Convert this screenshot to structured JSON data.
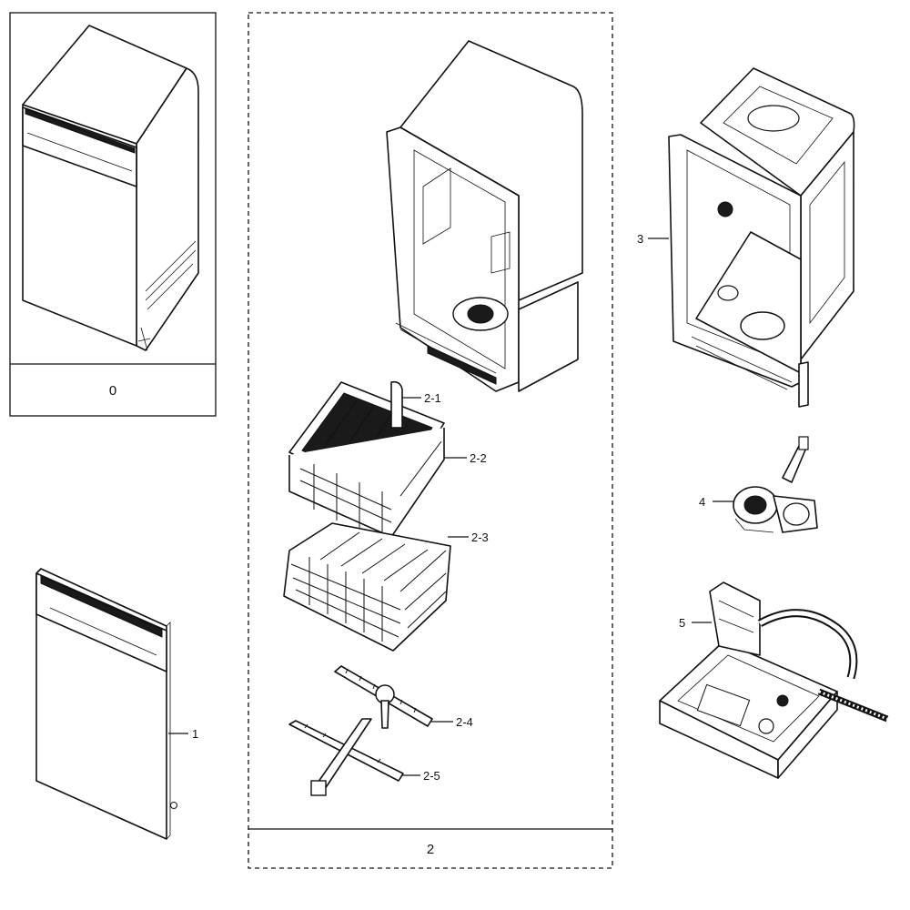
{
  "boxes": {
    "assembly": "0",
    "tub": "2"
  },
  "callouts": {
    "door": "1",
    "cabinet": "3",
    "pump": "4",
    "sump": "5",
    "cutlery_rack": "2-1",
    "upper_rack": "2-2",
    "lower_rack": "2-3",
    "upper_spray_arm": "2-4",
    "lower_spray_arm": "2-5"
  }
}
